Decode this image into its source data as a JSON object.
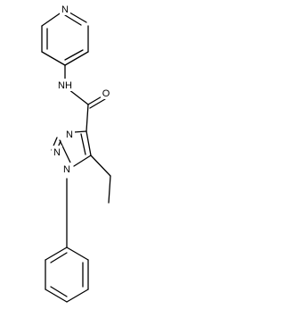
{
  "molecule": {
    "atom_labels": {
      "pyridine_n": "N",
      "amide_nh": "NH",
      "carbonyl_o": "O",
      "triazole_n3": "N",
      "triazole_n2": "N",
      "triazole_n1": "N"
    }
  },
  "colors": {
    "background": "#ffffff",
    "bond": "#000000",
    "label": "#000000"
  }
}
